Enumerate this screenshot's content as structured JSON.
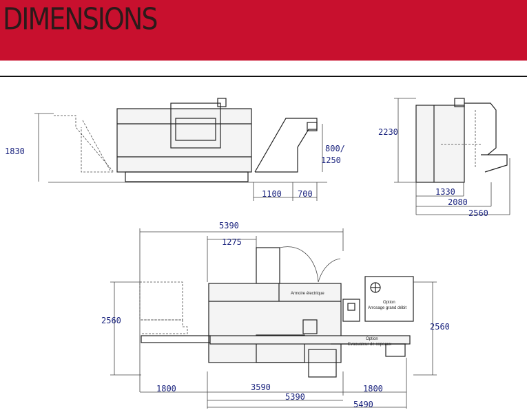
{
  "header": {
    "title": "DIMENSIONS"
  },
  "colors": {
    "banner": "#c8102e",
    "dimension_text": "#1a237e",
    "lines": "#222222"
  },
  "side_view": {
    "height": "1830",
    "conveyor_height_line1": "800/",
    "conveyor_height_line2": "1250",
    "conveyor_length": "1100",
    "conveyor_width": "700"
  },
  "end_view": {
    "height": "2230",
    "width_inner": "1330",
    "width_mid": "2080",
    "width_overall": "2560"
  },
  "plan_view": {
    "top_length": "5390",
    "top_offset": "1275",
    "left_depth": "2560",
    "right_depth": "2560",
    "electrical_cabinet": "Armoire électrique",
    "option_coolant_line1": "Option",
    "option_coolant_line2": "Arrosage grand débit",
    "option_conveyor_line1": "Option",
    "option_conveyor_line2": "Evacuateur de copeaux",
    "bottom_left": "1800",
    "bottom_middle": "3590",
    "bottom_right": "1800",
    "bottom_total_1": "5390",
    "bottom_total_2": "5490"
  }
}
